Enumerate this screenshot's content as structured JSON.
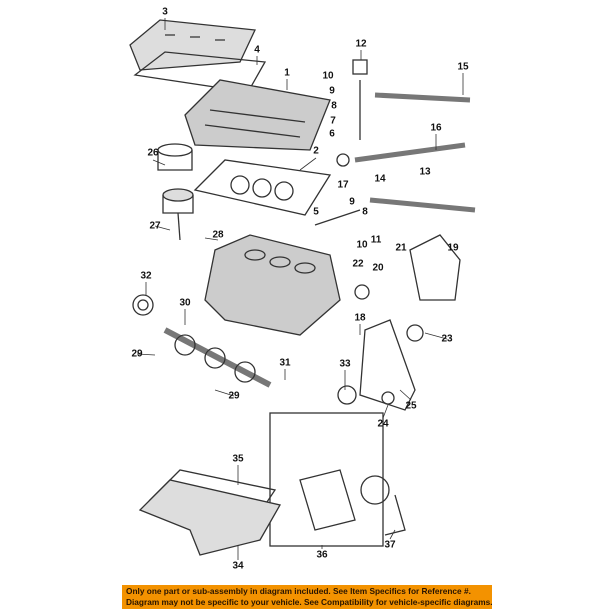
{
  "diagram": {
    "callouts": [
      {
        "id": "c3",
        "text": "3"
      },
      {
        "id": "c4",
        "text": "4"
      },
      {
        "id": "c1",
        "text": "1"
      },
      {
        "id": "c12",
        "text": "12"
      },
      {
        "id": "c10a",
        "text": "10"
      },
      {
        "id": "c9a",
        "text": "9"
      },
      {
        "id": "c8a",
        "text": "8"
      },
      {
        "id": "c7",
        "text": "7"
      },
      {
        "id": "c6",
        "text": "6"
      },
      {
        "id": "c15",
        "text": "15"
      },
      {
        "id": "c16",
        "text": "16"
      },
      {
        "id": "c26",
        "text": "26"
      },
      {
        "id": "c2",
        "text": "2"
      },
      {
        "id": "c17",
        "text": "17"
      },
      {
        "id": "c14",
        "text": "14"
      },
      {
        "id": "c13",
        "text": "13"
      },
      {
        "id": "c27",
        "text": "27"
      },
      {
        "id": "c28",
        "text": "28"
      },
      {
        "id": "c5",
        "text": "5"
      },
      {
        "id": "c9b",
        "text": "9"
      },
      {
        "id": "c8b",
        "text": "8"
      },
      {
        "id": "c10b",
        "text": "10"
      },
      {
        "id": "c11",
        "text": "11"
      },
      {
        "id": "c21",
        "text": "21"
      },
      {
        "id": "c19",
        "text": "19"
      },
      {
        "id": "c22",
        "text": "22"
      },
      {
        "id": "c20",
        "text": "20"
      },
      {
        "id": "c32",
        "text": "32"
      },
      {
        "id": "c30",
        "text": "30"
      },
      {
        "id": "c18",
        "text": "18"
      },
      {
        "id": "c29a",
        "text": "29"
      },
      {
        "id": "c31",
        "text": "31"
      },
      {
        "id": "c33",
        "text": "33"
      },
      {
        "id": "c23",
        "text": "23"
      },
      {
        "id": "c29b",
        "text": "29"
      },
      {
        "id": "c24",
        "text": "24"
      },
      {
        "id": "c25",
        "text": "25"
      },
      {
        "id": "c35",
        "text": "35"
      },
      {
        "id": "c34",
        "text": "34"
      },
      {
        "id": "c36",
        "text": "36"
      },
      {
        "id": "c37",
        "text": "37"
      }
    ]
  },
  "banner": {
    "line1": "Only one part or sub-assembly in diagram included. See Item Specifics for Reference #.",
    "line2": "Diagram may not be specific to your vehicle. See Compatibility for vehicle-specific diagrams.",
    "color": "#f39200"
  }
}
